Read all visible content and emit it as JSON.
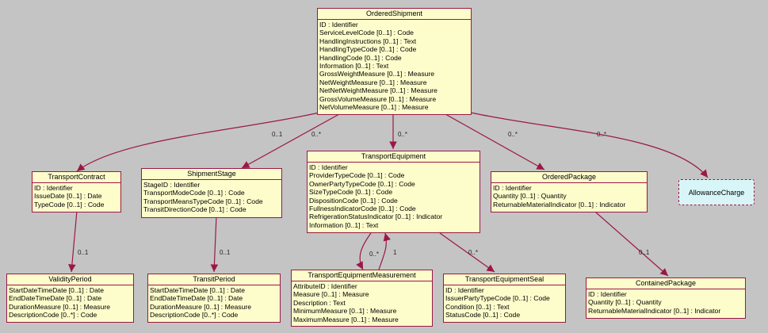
{
  "classes": {
    "ordered_shipment": {
      "name": "OrderedShipment",
      "attributes": [
        "ID : Identifier",
        "ServiceLevelCode [0..1] : Code",
        "HandlingInstructions [0..1] : Text",
        "HandlingTypeCode [0..1] : Code",
        "HandlingCode [0..1] : Code",
        "Information [0..1] : Text",
        "GrossWeightMeasure [0..1] : Measure",
        "NetWeightMeasure [0..1] : Measure",
        "NetNetWeightMeasure [0..1] : Measure",
        "GrossVolumeMeasure [0..1] : Measure",
        "NetVolumeMeasure [0..1] : Measure"
      ]
    },
    "transport_contract": {
      "name": "TransportContract",
      "attributes": [
        "ID : Identifier",
        "IssueDate [0..1] : Date",
        "TypeCode [0..1] : Code"
      ]
    },
    "shipment_stage": {
      "name": "ShipmentStage",
      "attributes": [
        "StageID : Identifier",
        "TransportModeCode [0..1] : Code",
        "TransportMeansTypeCode [0..1] : Code",
        "TransitDirectionCode [0..1] : Code"
      ]
    },
    "transport_equipment": {
      "name": "TransportEquipment",
      "attributes": [
        "ID : Identifier",
        "ProviderTypeCode [0..1] : Code",
        "OwnerPartyTypeCode [0..1] : Code",
        "SizeTypeCode [0..1] : Code",
        "DispositionCode [0..1] : Code",
        "FullnessIndicatorCode [0..1] : Code",
        "RefrigerationStatusIndicator [0..1] : Indicator",
        "Information [0..1] : Text"
      ]
    },
    "ordered_package": {
      "name": "OrderedPackage",
      "attributes": [
        "ID : Identifier",
        "Quantity [0..1] : Quantity",
        "ReturnableMaterialIndicator [0..1] : Indicator"
      ]
    },
    "allowance_charge": {
      "name": "AllowanceCharge"
    },
    "validity_period": {
      "name": "ValidityPeriod",
      "attributes": [
        "StartDateTimeDate [0..1] : Date",
        "EndDateTimeDate [0..1] : Date",
        "DurationMeasure [0..1] : Measure",
        "DescriptionCode [0..*] : Code"
      ]
    },
    "transit_period": {
      "name": "TransitPeriod",
      "attributes": [
        "StartDateTimeDate [0..1] : Date",
        "EndDateTimeDate [0..1] : Date",
        "DurationMeasure [0..1] : Measure",
        "DescriptionCode [0..*] : Code"
      ]
    },
    "transport_equipment_measurement": {
      "name": "TransportEquipmentMeasurement",
      "attributes": [
        "AttributeID : Identifier",
        "Measure [0..1] : Measure",
        "Description : Text",
        "MinimumMeasure [0..1] : Measure",
        "MaximumMeasure [0..1] : Measure"
      ]
    },
    "transport_equipment_seal": {
      "name": "TransportEquipmentSeal",
      "attributes": [
        "ID : Identifier",
        "IssuerPartyTypeCode [0..1] : Code",
        "Condition [0..1] : Text",
        "StatusCode [0..1] : Code"
      ]
    },
    "contained_package": {
      "name": "ContainedPackage",
      "attributes": [
        "ID : Identifier",
        "Quantity [0..1] : Quantity",
        "ReturnableMaterialIndicator [0..1] : Indicator"
      ]
    }
  },
  "associations": [
    {
      "from": "ordered_shipment",
      "to": "transport_contract",
      "multiplicity": "0..1"
    },
    {
      "from": "ordered_shipment",
      "to": "shipment_stage",
      "multiplicity": "0..*"
    },
    {
      "from": "ordered_shipment",
      "to": "transport_equipment",
      "multiplicity": "0..*"
    },
    {
      "from": "ordered_shipment",
      "to": "ordered_package",
      "multiplicity": "0..*"
    },
    {
      "from": "ordered_shipment",
      "to": "allowance_charge",
      "multiplicity": "0..*"
    },
    {
      "from": "transport_contract",
      "to": "validity_period",
      "multiplicity": "0..1"
    },
    {
      "from": "shipment_stage",
      "to": "transit_period",
      "multiplicity": "0..1"
    },
    {
      "from": "transport_equipment",
      "to": "transport_equipment_measurement",
      "multiplicity": "0..*"
    },
    {
      "from": "transport_equipment_measurement",
      "to": "transport_equipment",
      "multiplicity": "1"
    },
    {
      "from": "transport_equipment",
      "to": "transport_equipment_seal",
      "multiplicity": "0..*"
    },
    {
      "from": "ordered_package",
      "to": "contained_package",
      "multiplicity": "0..1"
    }
  ],
  "colors": {
    "background": "#c4c4c4",
    "class_fill": "#fdfdcc",
    "class_border": "#9b1746",
    "dashed_fill": "#d8f6f8",
    "edge": "#9b1746"
  }
}
